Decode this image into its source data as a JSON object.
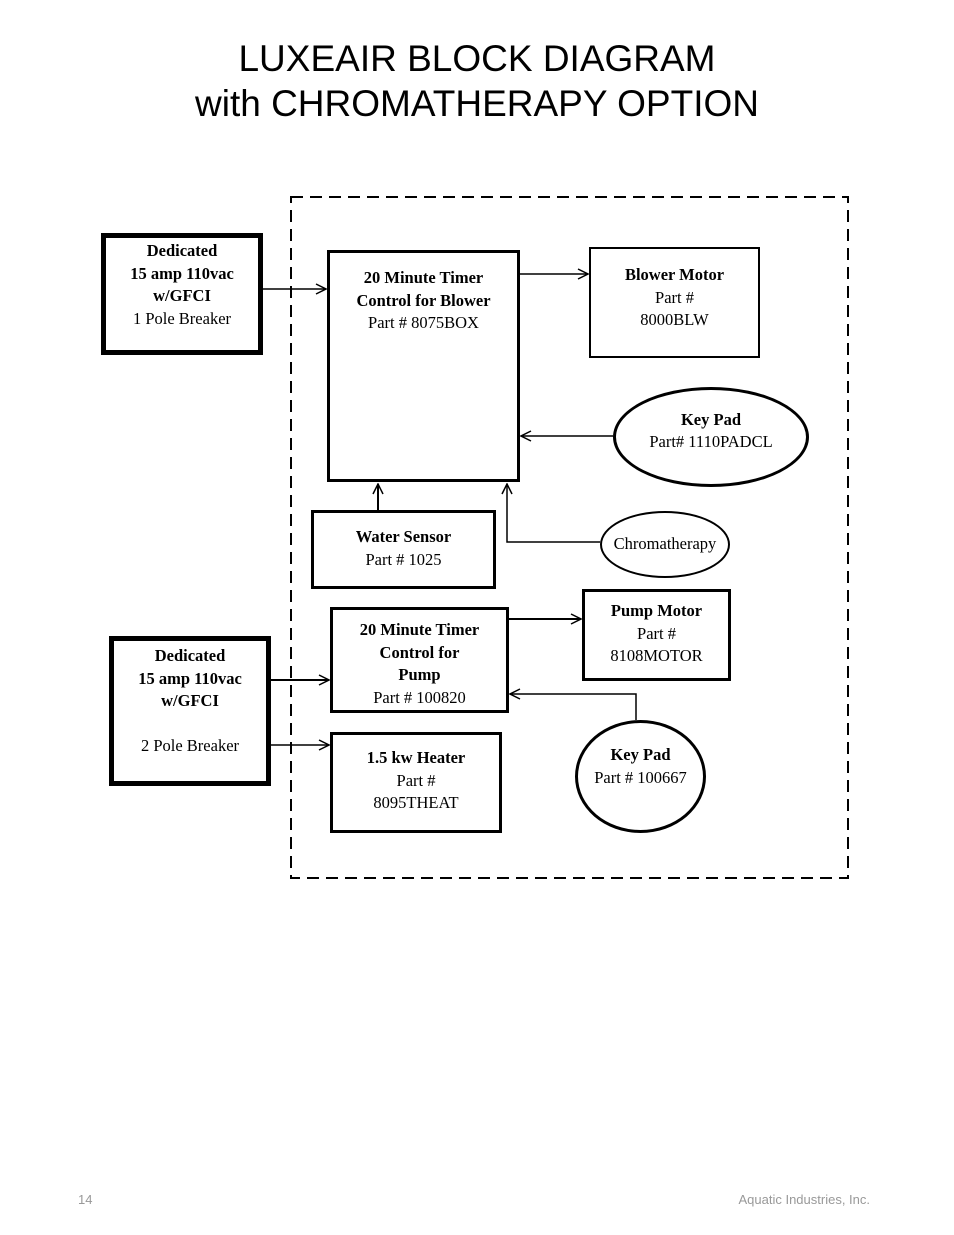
{
  "title": {
    "line1": "LUXEAIR BLOCK DIAGRAM",
    "line2": "with CHROMATHERAPY OPTION"
  },
  "blocks": {
    "power1": {
      "l1": "Dedicated",
      "l2": "15 amp 110vac",
      "l3": "w/GFCI",
      "l4": "1 Pole Breaker"
    },
    "timer_blower": {
      "l1": "20 Minute Timer",
      "l2": "Control for Blower",
      "l3": "Part # 8075BOX"
    },
    "blower_motor": {
      "l1": "Blower Motor",
      "l2": "Part #",
      "l3": "8000BLW"
    },
    "keypad1": {
      "l1": "Key Pad",
      "l2": "Part# 1110PADCL"
    },
    "water_sensor": {
      "l1": "Water Sensor",
      "l2": "Part # 1025"
    },
    "chromatherapy": {
      "l1": "Chromatherapy"
    },
    "timer_pump": {
      "l1": "20 Minute Timer",
      "l2": "Control for",
      "l3": "Pump",
      "l4": "Part # 100820"
    },
    "pump_motor": {
      "l1": "Pump Motor",
      "l2": "Part #",
      "l3": "8108MOTOR"
    },
    "power2": {
      "l1": "Dedicated",
      "l2": "15 amp 110vac",
      "l3": "w/GFCI",
      "l4": "2 Pole Breaker"
    },
    "heater": {
      "l1": "1.5 kw Heater",
      "l2": "Part #",
      "l3": "8095THEAT"
    },
    "keypad2": {
      "l1": "Key Pad",
      "l2": "Part # 100667"
    }
  },
  "footer": {
    "page": "14",
    "company": "Aquatic Industries, Inc."
  }
}
